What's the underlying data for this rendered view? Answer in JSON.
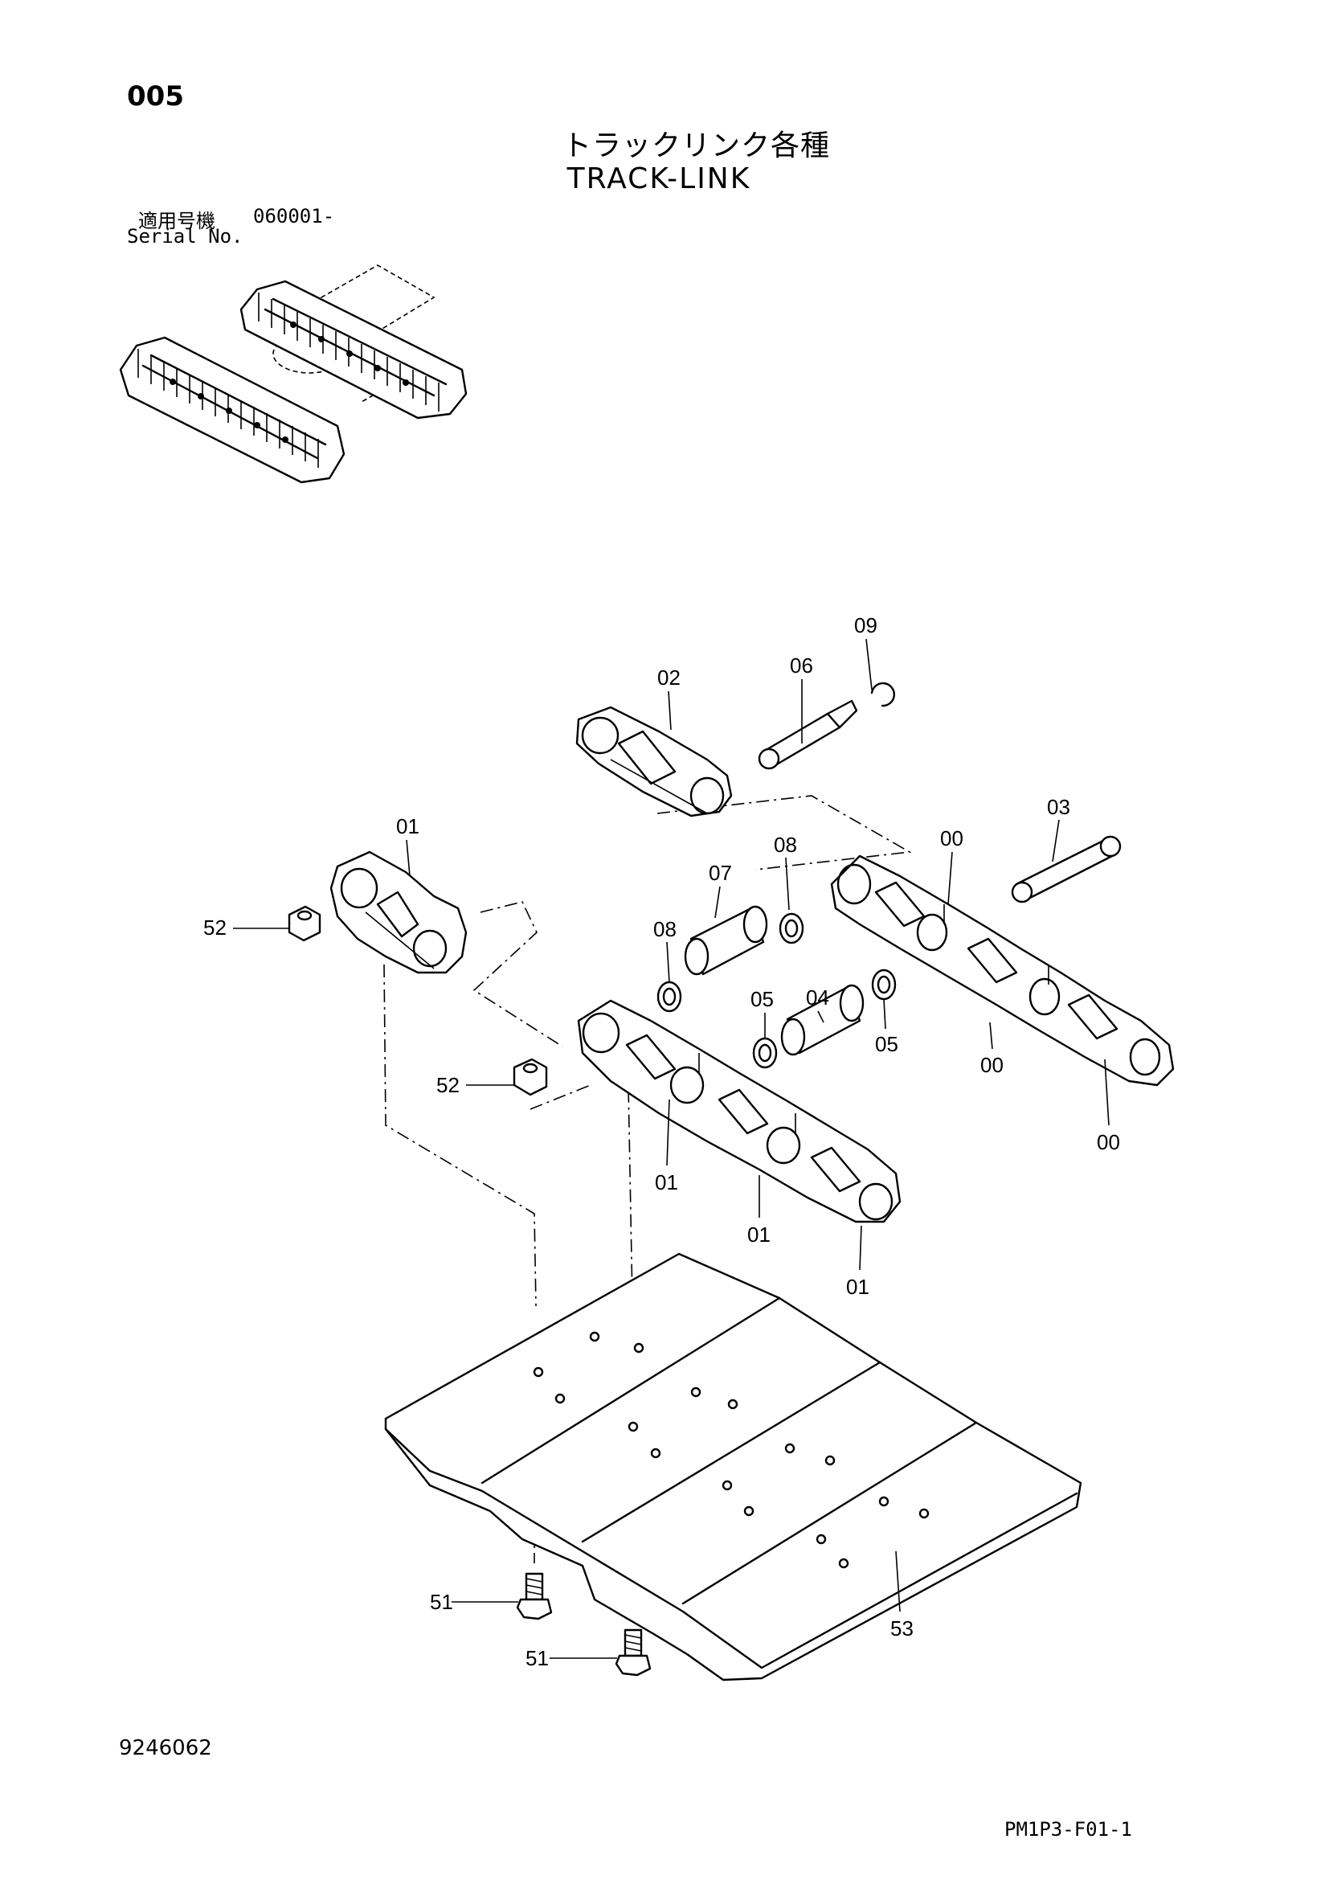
{
  "header": {
    "page_number": "005",
    "title_jp": "トラックリンク各種",
    "title_en": "TRACK-LINK",
    "serial_label_jp": "適用号機",
    "serial_value": "060001-",
    "serial_label_en": "Serial No."
  },
  "callouts": {
    "c00a": "00",
    "c00b": "00",
    "c00c": "00",
    "c01a": "01",
    "c01b": "01",
    "c01c": "01",
    "c01d": "01",
    "c02": "02",
    "c03": "03",
    "c04": "04",
    "c05a": "05",
    "c05b": "05",
    "c06": "06",
    "c07": "07",
    "c08a": "08",
    "c08b": "08",
    "c09": "09",
    "c51a": "51",
    "c51b": "51",
    "c52a": "52",
    "c52b": "52",
    "c53": "53"
  },
  "footer": {
    "document_number": "9246062",
    "sheet_code": "PM1P3-F01-1"
  }
}
